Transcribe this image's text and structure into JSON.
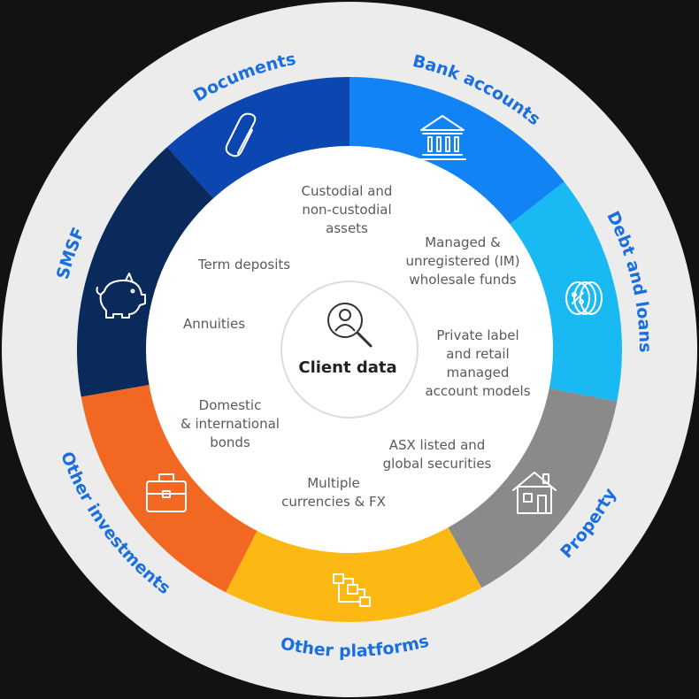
{
  "center": {
    "title": "Client data",
    "icon": "user-search-icon"
  },
  "segments": [
    {
      "id": "bank",
      "label": "Bank accounts",
      "color": "#1283f5",
      "icon": "bank-icon"
    },
    {
      "id": "debt",
      "label": "Debt and loans",
      "color": "#19b9f3",
      "icon": "coins-icon"
    },
    {
      "id": "property",
      "label": "Property",
      "color": "#8a8a8a",
      "icon": "house-icon"
    },
    {
      "id": "platforms",
      "label": "Other platforms",
      "color": "#fdb913",
      "icon": "flowchart-icon"
    },
    {
      "id": "investments",
      "label": "Other investments",
      "color": "#f26722",
      "icon": "briefcase-icon"
    },
    {
      "id": "smsf",
      "label": "SMSF",
      "color": "#0a2a5c",
      "icon": "piggy-bank-icon"
    },
    {
      "id": "documents",
      "label": "Documents",
      "color": "#0c46b1",
      "icon": "paperclip-icon"
    }
  ],
  "inner_items": [
    [
      "Custodial and",
      "non-custodial",
      "assets"
    ],
    [
      "Managed &",
      "unregistered (IM)",
      "wholesale funds"
    ],
    [
      "Private label",
      "and retail",
      "managed",
      "account models"
    ],
    [
      "ASX listed and",
      "global securities"
    ],
    [
      "Multiple",
      "currencies & FX"
    ],
    [
      "Domestic",
      "& international",
      "bonds"
    ],
    [
      "Annuities"
    ],
    [
      "Term deposits"
    ]
  ]
}
